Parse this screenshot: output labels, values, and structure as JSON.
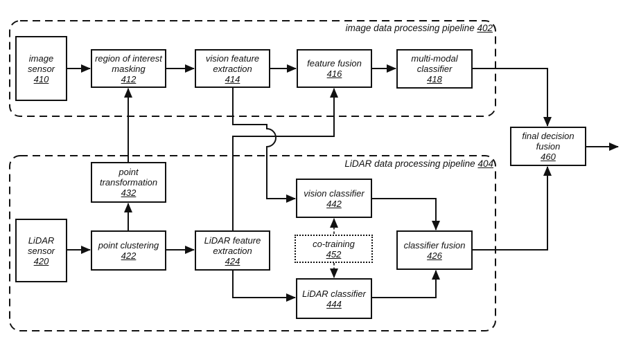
{
  "colors": {
    "ink": "#111111",
    "background": "#ffffff"
  },
  "pipelines": {
    "p402": {
      "label": "image data processing pipeline",
      "ref": "402"
    },
    "p404": {
      "label": "LiDAR data processing pipeline",
      "ref": "404"
    }
  },
  "nodes": {
    "n410": {
      "lines": [
        "image",
        "sensor"
      ],
      "ref": "410"
    },
    "n412": {
      "lines": [
        "region of interest",
        "masking"
      ],
      "ref": "412"
    },
    "n414": {
      "lines": [
        "vision feature",
        "extraction"
      ],
      "ref": "414"
    },
    "n416": {
      "lines": [
        "feature fusion"
      ],
      "ref": "416"
    },
    "n418": {
      "lines": [
        "multi-modal",
        "classifier"
      ],
      "ref": "418"
    },
    "n460": {
      "lines": [
        "final decision",
        "fusion"
      ],
      "ref": "460"
    },
    "n432": {
      "lines": [
        "point",
        "transformation"
      ],
      "ref": "432"
    },
    "n420": {
      "lines": [
        "LiDAR",
        "sensor"
      ],
      "ref": "420"
    },
    "n422": {
      "lines": [
        "point clustering"
      ],
      "ref": "422"
    },
    "n424": {
      "lines": [
        "LiDAR feature",
        "extraction"
      ],
      "ref": "424"
    },
    "n442": {
      "lines": [
        "vision classifier"
      ],
      "ref": "442"
    },
    "n452": {
      "lines": [
        "co-training"
      ],
      "ref": "452"
    },
    "n444": {
      "lines": [
        "LiDAR classifier"
      ],
      "ref": "444"
    },
    "n426": {
      "lines": [
        "classifier fusion"
      ],
      "ref": "426"
    }
  },
  "edges": [
    {
      "from": "410",
      "to": "412",
      "style": "solid"
    },
    {
      "from": "412",
      "to": "414",
      "style": "solid"
    },
    {
      "from": "414",
      "to": "416",
      "style": "solid"
    },
    {
      "from": "416",
      "to": "418",
      "style": "solid"
    },
    {
      "from": "418",
      "to": "460",
      "style": "solid"
    },
    {
      "from": "460",
      "to": "output",
      "style": "solid"
    },
    {
      "from": "420",
      "to": "422",
      "style": "solid"
    },
    {
      "from": "422",
      "to": "424",
      "style": "solid"
    },
    {
      "from": "422",
      "to": "432",
      "style": "solid"
    },
    {
      "from": "432",
      "to": "412",
      "style": "solid"
    },
    {
      "from": "414",
      "to": "442",
      "style": "solid-with-hop"
    },
    {
      "from": "424",
      "to": "416",
      "style": "solid"
    },
    {
      "from": "424",
      "to": "444",
      "style": "solid"
    },
    {
      "from": "442",
      "to": "426",
      "style": "solid"
    },
    {
      "from": "444",
      "to": "426",
      "style": "solid"
    },
    {
      "from": "426",
      "to": "460",
      "style": "solid"
    },
    {
      "from": "452",
      "to": "442",
      "style": "dotted"
    },
    {
      "from": "452",
      "to": "444",
      "style": "dotted"
    }
  ]
}
